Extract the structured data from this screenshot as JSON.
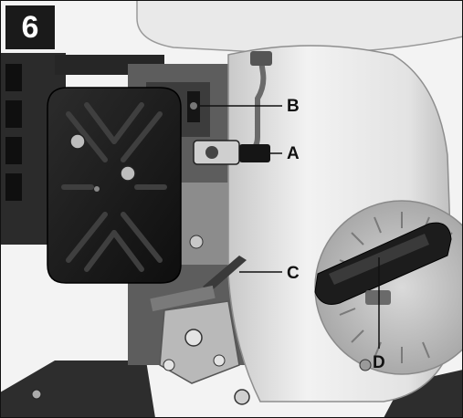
{
  "figure": {
    "number": "6",
    "callouts": {
      "a": "A",
      "b": "B",
      "c": "C",
      "d": "D"
    }
  },
  "palette": {
    "engine_cover": "#e6e6e6",
    "frame": "#2b2b2b",
    "air_filter": "#1c1c1c",
    "background": "#ffffff"
  }
}
